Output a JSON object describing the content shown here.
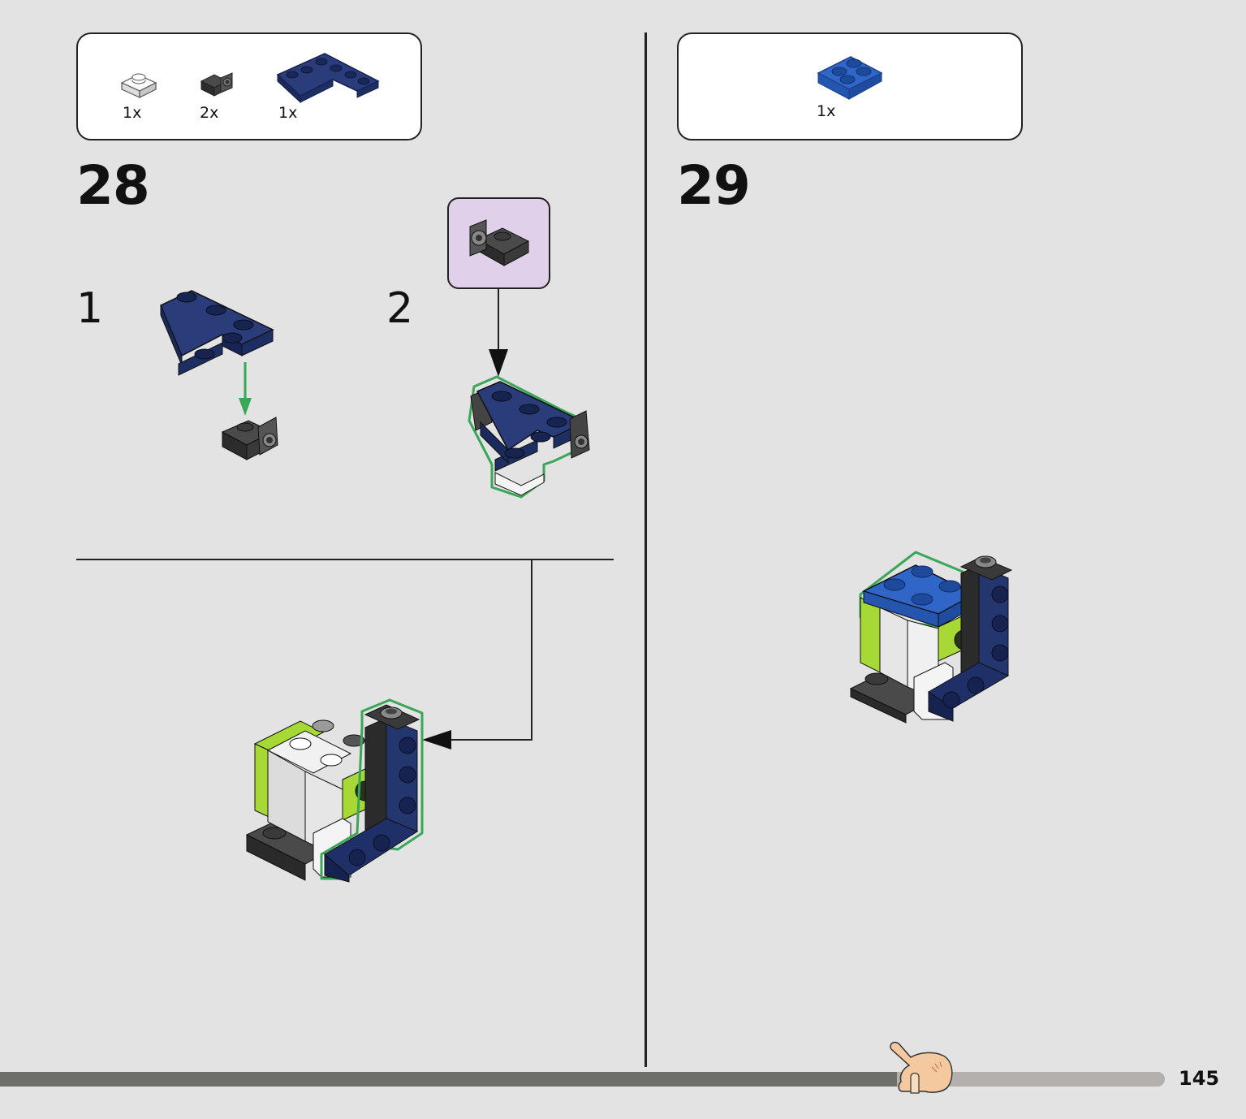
{
  "step28": {
    "number": "28",
    "parts": [
      {
        "qty": "1x",
        "icon": "white-round-plate-1x1-icon"
      },
      {
        "qty": "2x",
        "icon": "black-bracket-1x1-icon"
      },
      {
        "qty": "1x",
        "icon": "darkblue-corner-plate-icon"
      }
    ],
    "substep1": "1",
    "substep2": "2"
  },
  "step29": {
    "number": "29",
    "parts": [
      {
        "qty": "1x",
        "icon": "blue-plate-2x2-icon"
      }
    ]
  },
  "footer": {
    "page_number": "145",
    "progress": 0.77
  },
  "colors": {
    "background": "#e3e3e3",
    "dark_blue": "#1f3068",
    "blue": "#2f66c8",
    "lime": "#a6d936",
    "black_brick": "#333333",
    "highlight_green": "#3aa65a",
    "callout_bg": "#e0d0ea",
    "progress_done": "#6e6e6a",
    "progress_remaining": "#b4b0ae"
  }
}
